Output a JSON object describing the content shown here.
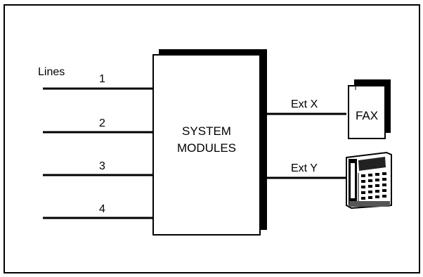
{
  "lines_label": "Lines",
  "line_numbers": [
    "1",
    "2",
    "3",
    "4"
  ],
  "system_box_line1": "SYSTEM",
  "system_box_line2": "MODULES",
  "ext_x_label": "Ext X",
  "ext_y_label": "Ext Y",
  "fax_label": "FAX",
  "icons": {
    "fax": "fax-machine-icon",
    "phone": "desk-telephone-icon"
  },
  "colors": {
    "stroke": "#000000",
    "background": "#ffffff"
  }
}
